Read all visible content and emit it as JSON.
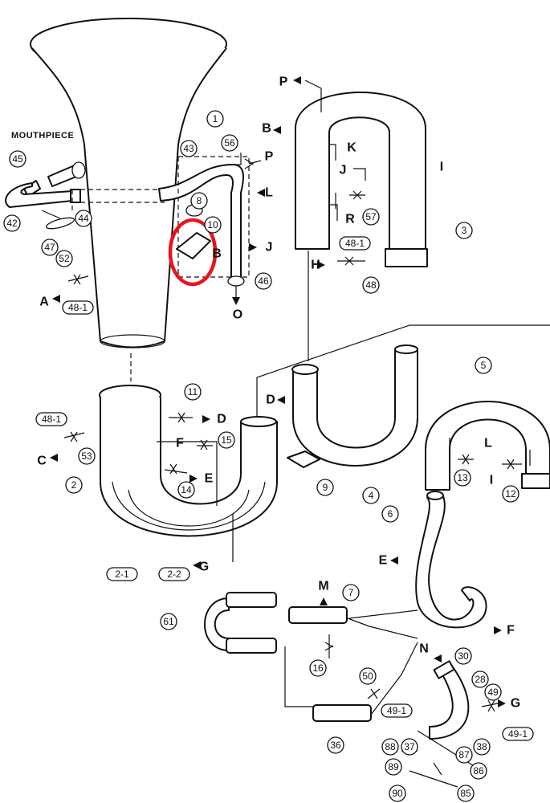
{
  "caption": "MOUTHPIECE",
  "parts": {
    "p1": "1",
    "p2": "2",
    "p2_1": "2-1",
    "p2_2": "2-2",
    "p3": "3",
    "p4": "4",
    "p5": "5",
    "p6": "6",
    "p7": "7",
    "p8": "8",
    "p9": "9",
    "p10": "10",
    "p11": "11",
    "p12": "12",
    "p13": "13",
    "p14": "14",
    "p15": "15",
    "p16": "16",
    "p28": "28",
    "p30": "30",
    "p36": "36",
    "p37": "37",
    "p38": "38",
    "p42": "42",
    "p43": "43",
    "p44": "44",
    "p45": "45",
    "p46": "46",
    "p47": "47",
    "p48": "48",
    "p48_1a": "48-1",
    "p48_1b": "48-1",
    "p48_1c": "48-1",
    "p49": "49",
    "p49_1a": "49-1",
    "p49_1b": "49-1",
    "p50": "50",
    "p52": "52",
    "p53": "53",
    "p56": "56",
    "p57": "57",
    "p61": "61",
    "p85": "85",
    "p86": "86",
    "p87": "87",
    "p88": "88",
    "p89": "89",
    "p90": "90"
  },
  "letters": {
    "A": "A",
    "B1": "B",
    "B2": "B",
    "C": "C",
    "D1": "D",
    "D2": "D",
    "E1": "E",
    "E2": "E",
    "F1": "F",
    "F2": "F",
    "G1": "G",
    "G2": "G",
    "H": "H",
    "I1": "I",
    "I2": "I",
    "J1": "J",
    "J2": "J",
    "K": "K",
    "L1": "L",
    "L2": "L",
    "M": "M",
    "N": "N",
    "O": "O",
    "P1": "P",
    "P2": "P",
    "R": "R"
  },
  "highlight_color": "#e8141c"
}
